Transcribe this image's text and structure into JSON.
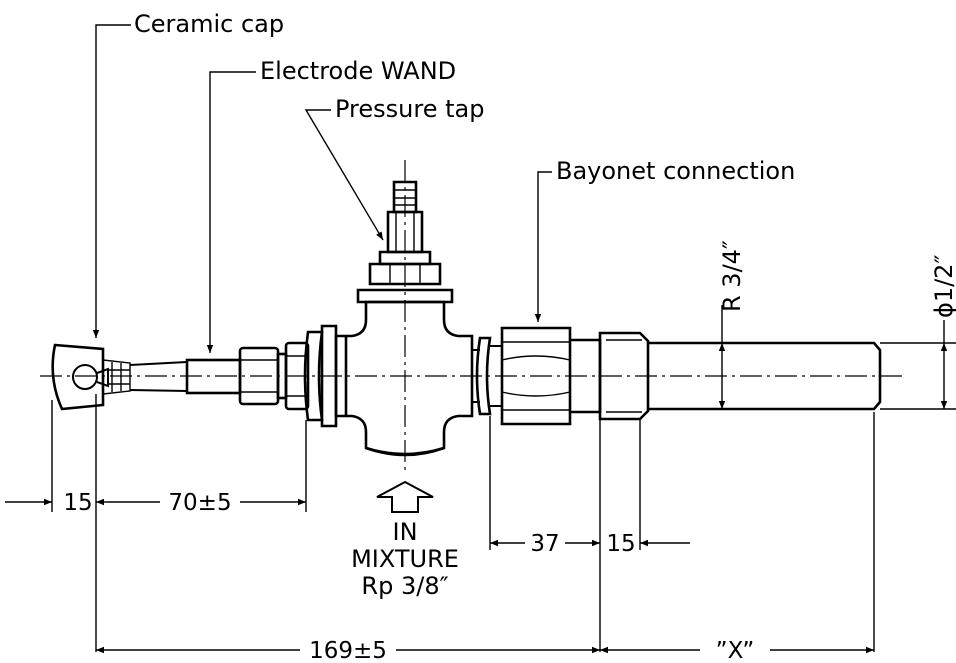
{
  "labels": {
    "ceramic_cap": "Ceramic cap",
    "electrode_wand": "Electrode WAND",
    "pressure_tap": "Pressure tap",
    "bayonet": "Bayonet connection",
    "in": "IN",
    "mixture": "MIXTURE",
    "rp": "Rp 3/8″",
    "r34": "R 3/4″",
    "phi12": "ϕ1/2″"
  },
  "dimensions": {
    "d15_left": "15",
    "d70": "70±5",
    "d37": "37",
    "d15_right": "15",
    "d169": "169±5",
    "dx": "”X”"
  },
  "colors": {
    "line": "#000000",
    "background": "#ffffff"
  }
}
